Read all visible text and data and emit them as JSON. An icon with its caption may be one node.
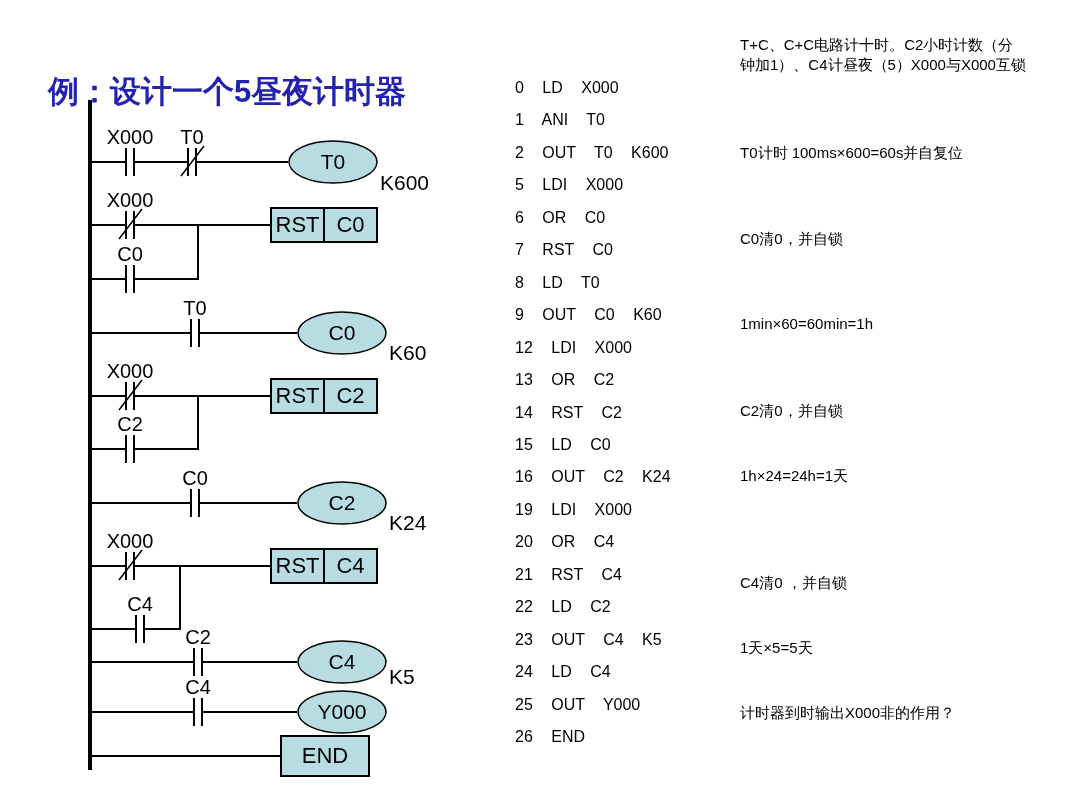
{
  "diagram": {
    "title": "例：设计一个5昼夜计时器",
    "nodes": [
      {
        "text": [],
        "shape": "bar"
      },
      {
        "text": [
          "X000"
        ]
      },
      {
        "text": [
          "T0"
        ]
      },
      {
        "text": [
          "T0"
        ],
        "beside": [
          "K600"
        ]
      },
      {
        "text": [
          "X000"
        ]
      },
      {
        "text": [
          "RST",
          "C0"
        ]
      },
      {
        "text": [
          "C0"
        ]
      },
      {
        "text": [
          "T0"
        ]
      },
      {
        "text": [
          "C0"
        ],
        "beside": [
          "K60"
        ]
      },
      {
        "text": [
          "X000"
        ]
      },
      {
        "text": [
          "RST",
          "C2"
        ]
      },
      {
        "text": [
          "C2"
        ]
      },
      {
        "text": [
          "C0"
        ]
      },
      {
        "text": [
          "C2"
        ],
        "beside": [
          "K24"
        ]
      },
      {
        "text": [
          "X000"
        ]
      },
      {
        "text": [
          "RST",
          "C4"
        ]
      },
      {
        "text": [
          "C4"
        ]
      },
      {
        "text": [
          "C2"
        ]
      },
      {
        "text": [
          "C4"
        ],
        "beside": [
          "K5"
        ]
      },
      {
        "text": [
          "C4"
        ]
      },
      {
        "text": [
          "Y000"
        ]
      },
      {
        "text": [
          "END"
        ]
      }
    ],
    "edges": [
      {
        "from": 0,
        "to": 1,
        "arrow": "none"
      },
      {
        "from": 1,
        "to": 2,
        "arrow": "none"
      },
      {
        "from": 2,
        "to": 3,
        "arrow": "none"
      },
      {
        "from": 0,
        "to": 4,
        "arrow": "none"
      },
      {
        "from": 4,
        "to": 5,
        "arrow": "none"
      },
      {
        "from": 0,
        "to": 6,
        "arrow": "none"
      },
      {
        "from": 6,
        "to": 5,
        "arrow": "none"
      },
      {
        "from": 0,
        "to": 7,
        "arrow": "none"
      },
      {
        "from": 7,
        "to": 8,
        "arrow": "none"
      },
      {
        "from": 0,
        "to": 9,
        "arrow": "none"
      },
      {
        "from": 9,
        "to": 10,
        "arrow": "none"
      },
      {
        "from": 0,
        "to": 11,
        "arrow": "none"
      },
      {
        "from": 11,
        "to": 10,
        "arrow": "none"
      },
      {
        "from": 0,
        "to": 12,
        "arrow": "none"
      },
      {
        "from": 12,
        "to": 13,
        "arrow": "none"
      },
      {
        "from": 0,
        "to": 14,
        "arrow": "none"
      },
      {
        "from": 14,
        "to": 15,
        "arrow": "none"
      },
      {
        "from": 0,
        "to": 16,
        "arrow": "none"
      },
      {
        "from": 16,
        "to": 15,
        "arrow": "none"
      },
      {
        "from": 0,
        "to": 17,
        "arrow": "none"
      },
      {
        "from": 17,
        "to": 18,
        "arrow": "none"
      },
      {
        "from": 0,
        "to": 19,
        "arrow": "none"
      },
      {
        "from": 19,
        "to": 20,
        "arrow": "none"
      },
      {
        "from": 0,
        "to": 21,
        "arrow": "none"
      }
    ],
    "labels": [
      "0 LD X000",
      "1 ANI T0",
      "2 OUT T0 K600",
      "5 LDI X000",
      "6 OR C0",
      "7 RST C0",
      "8 LD T0",
      "9 OUT C0 K60",
      "12 LDI X000",
      "13 OR C2",
      "14 RST C2",
      "15 LD C0",
      "16 OUT C2 K24",
      "19 LDI X000",
      "20 OR C4",
      "21 RST C4",
      "22 LD C2",
      "23 OUT C4 K5",
      "24 LD C4",
      "25 OUT Y000",
      "26 END",
      "T+C、C+C电路计十时。C2小时计数（分钟加1）、C4计昼夜（5）X000与X000互锁",
      "T0计时 100ms×600=60s并自复位",
      "C0清0，并自锁",
      "1min×60=60min=1h",
      "C2清0，并自锁",
      "1h×24=24h=1天",
      "C4清0 ，并自锁",
      "1天×5=5天",
      "计时器到时输出X000非的作用？"
    ]
  }
}
